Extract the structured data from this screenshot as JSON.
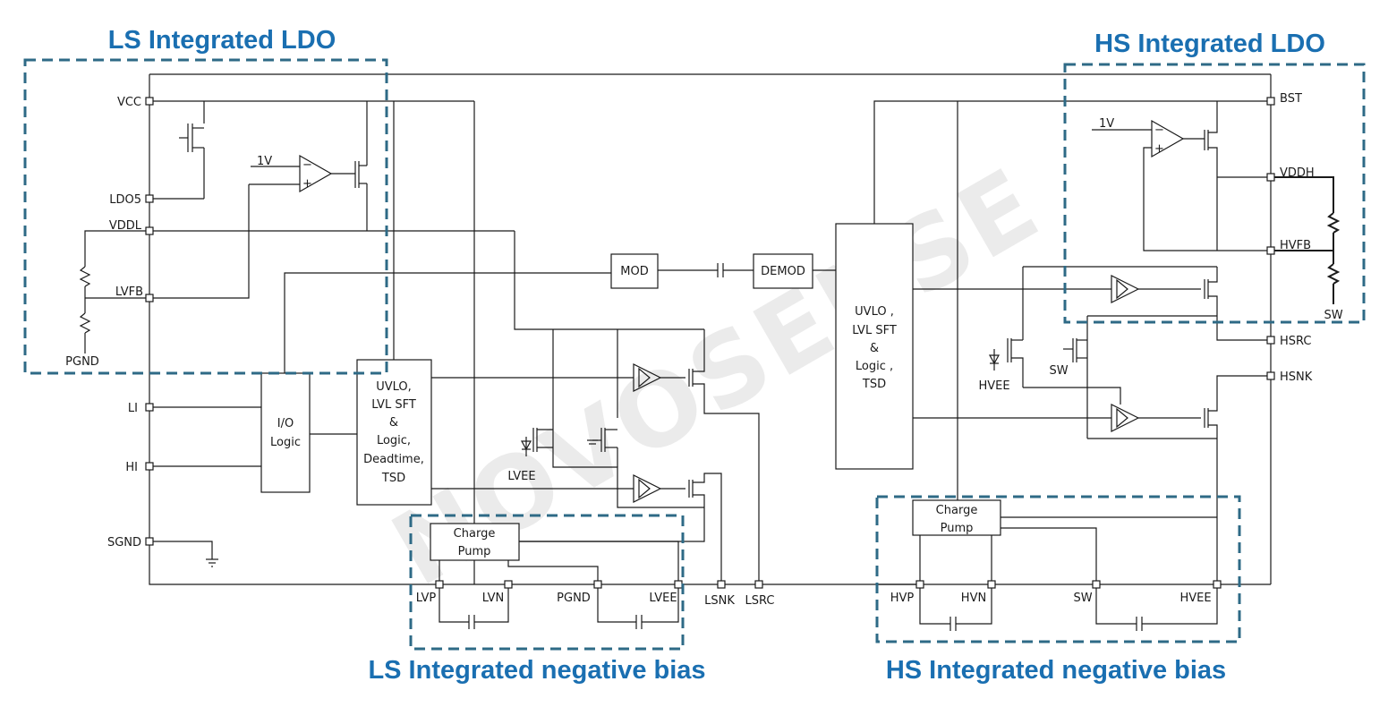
{
  "titles": {
    "ls_ldo": "LS Integrated LDO",
    "hs_ldo": "HS Integrated LDO",
    "ls_bias": "LS Integrated negative bias",
    "hs_bias": "HS Integrated negative bias"
  },
  "watermark": "NOVOSENSE",
  "pins_left": {
    "vcc": "VCC",
    "ldo5": "LDO5",
    "vddl": "VDDL",
    "lvfb": "LVFB",
    "pgnd": "PGND",
    "li": "LI",
    "hi": "HI",
    "sgnd": "SGND"
  },
  "pins_right": {
    "bst": "BST",
    "vddh": "VDDH",
    "hvfb": "HVFB",
    "sw": "SW",
    "hsrc": "HSRC",
    "hsnk": "HSNK"
  },
  "pins_bottom": {
    "lvp": "LVP",
    "lvn": "LVN",
    "pgnd": "PGND",
    "lvee": "LVEE",
    "lsnk": "LSNK",
    "lsrc": "LSRC",
    "hvp": "HVP",
    "hvn": "HVN",
    "sw": "SW",
    "hvee": "HVEE"
  },
  "blocks": {
    "io_logic": [
      "I/O",
      "Logic"
    ],
    "ls_uvlo": [
      "UVLO,",
      "LVL SFT",
      "&",
      "Logic,",
      "Deadtime,",
      "TSD"
    ],
    "mod": "MOD",
    "demod": "DEMOD",
    "hs_uvlo": [
      "UVLO ,",
      "LVL SFT",
      "&",
      "Logic ,",
      "TSD"
    ],
    "ls_charge_pump": [
      "Charge",
      "Pump"
    ],
    "hs_charge_pump": [
      "Charge",
      "Pump"
    ]
  },
  "labels": {
    "ls_ref": "1V",
    "hs_ref": "1V",
    "lvee": "LVEE",
    "hvee": "HVEE",
    "sw_small": "SW"
  }
}
